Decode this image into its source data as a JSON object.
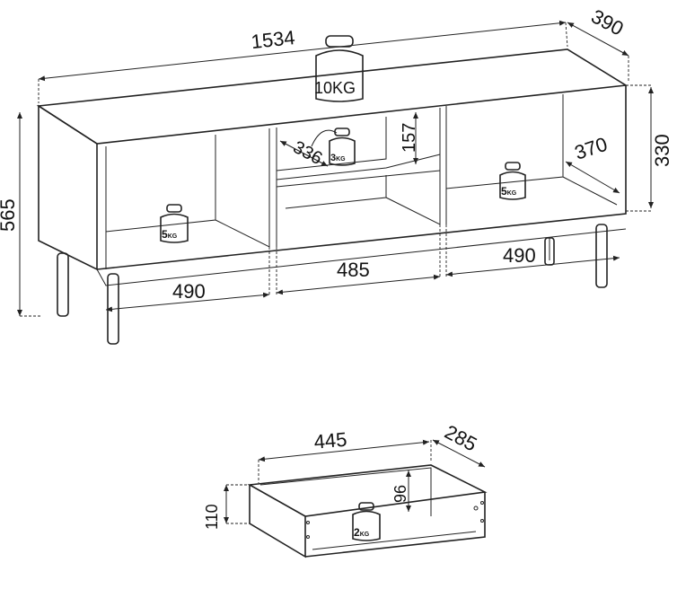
{
  "dimensions": {
    "width": "1534",
    "depth": "390",
    "height": "565",
    "inner_height": "330",
    "shelf_height": "157",
    "shelf_depth": "336",
    "side_depth": "370",
    "left_width": "490",
    "middle_width": "485",
    "right_width": "490",
    "drawer_width": "445",
    "drawer_depth": "285",
    "drawer_inner_height": "96",
    "drawer_height": "110"
  },
  "weights": {
    "top": {
      "num": "10",
      "unit": "KG"
    },
    "shelf": {
      "num": "3",
      "unit": "KG"
    },
    "left": {
      "num": "5",
      "unit": "KG"
    },
    "right": {
      "num": "5",
      "unit": "KG"
    },
    "drawer": {
      "num": "2",
      "unit": "KG"
    }
  }
}
